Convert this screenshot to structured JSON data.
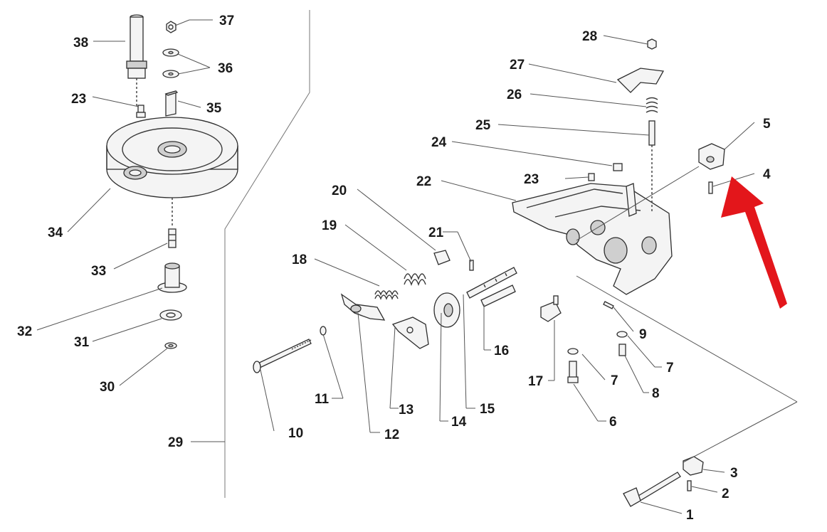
{
  "callouts": [
    {
      "id": "1",
      "text": "1"
    },
    {
      "id": "2",
      "text": "2"
    },
    {
      "id": "3",
      "text": "3"
    },
    {
      "id": "4",
      "text": "4"
    },
    {
      "id": "5",
      "text": "5"
    },
    {
      "id": "6",
      "text": "6"
    },
    {
      "id": "7a",
      "text": "7"
    },
    {
      "id": "7b",
      "text": "7"
    },
    {
      "id": "8",
      "text": "8"
    },
    {
      "id": "9",
      "text": "9"
    },
    {
      "id": "10",
      "text": "10"
    },
    {
      "id": "11",
      "text": "11"
    },
    {
      "id": "12",
      "text": "12"
    },
    {
      "id": "13",
      "text": "13"
    },
    {
      "id": "14",
      "text": "14"
    },
    {
      "id": "15",
      "text": "15"
    },
    {
      "id": "16",
      "text": "16"
    },
    {
      "id": "17",
      "text": "17"
    },
    {
      "id": "18",
      "text": "18"
    },
    {
      "id": "19",
      "text": "19"
    },
    {
      "id": "20",
      "text": "20"
    },
    {
      "id": "21",
      "text": "21"
    },
    {
      "id": "22",
      "text": "22"
    },
    {
      "id": "23a",
      "text": "23"
    },
    {
      "id": "23b",
      "text": "23"
    },
    {
      "id": "24",
      "text": "24"
    },
    {
      "id": "25",
      "text": "25"
    },
    {
      "id": "26",
      "text": "26"
    },
    {
      "id": "27",
      "text": "27"
    },
    {
      "id": "28",
      "text": "28"
    },
    {
      "id": "29",
      "text": "29"
    },
    {
      "id": "30",
      "text": "30"
    },
    {
      "id": "31",
      "text": "31"
    },
    {
      "id": "32",
      "text": "32"
    },
    {
      "id": "33",
      "text": "33"
    },
    {
      "id": "34",
      "text": "34"
    },
    {
      "id": "35",
      "text": "35"
    },
    {
      "id": "36",
      "text": "36"
    },
    {
      "id": "37",
      "text": "37"
    },
    {
      "id": "38",
      "text": "38"
    }
  ],
  "highlight": {
    "arrow_color": "#e3161b"
  }
}
